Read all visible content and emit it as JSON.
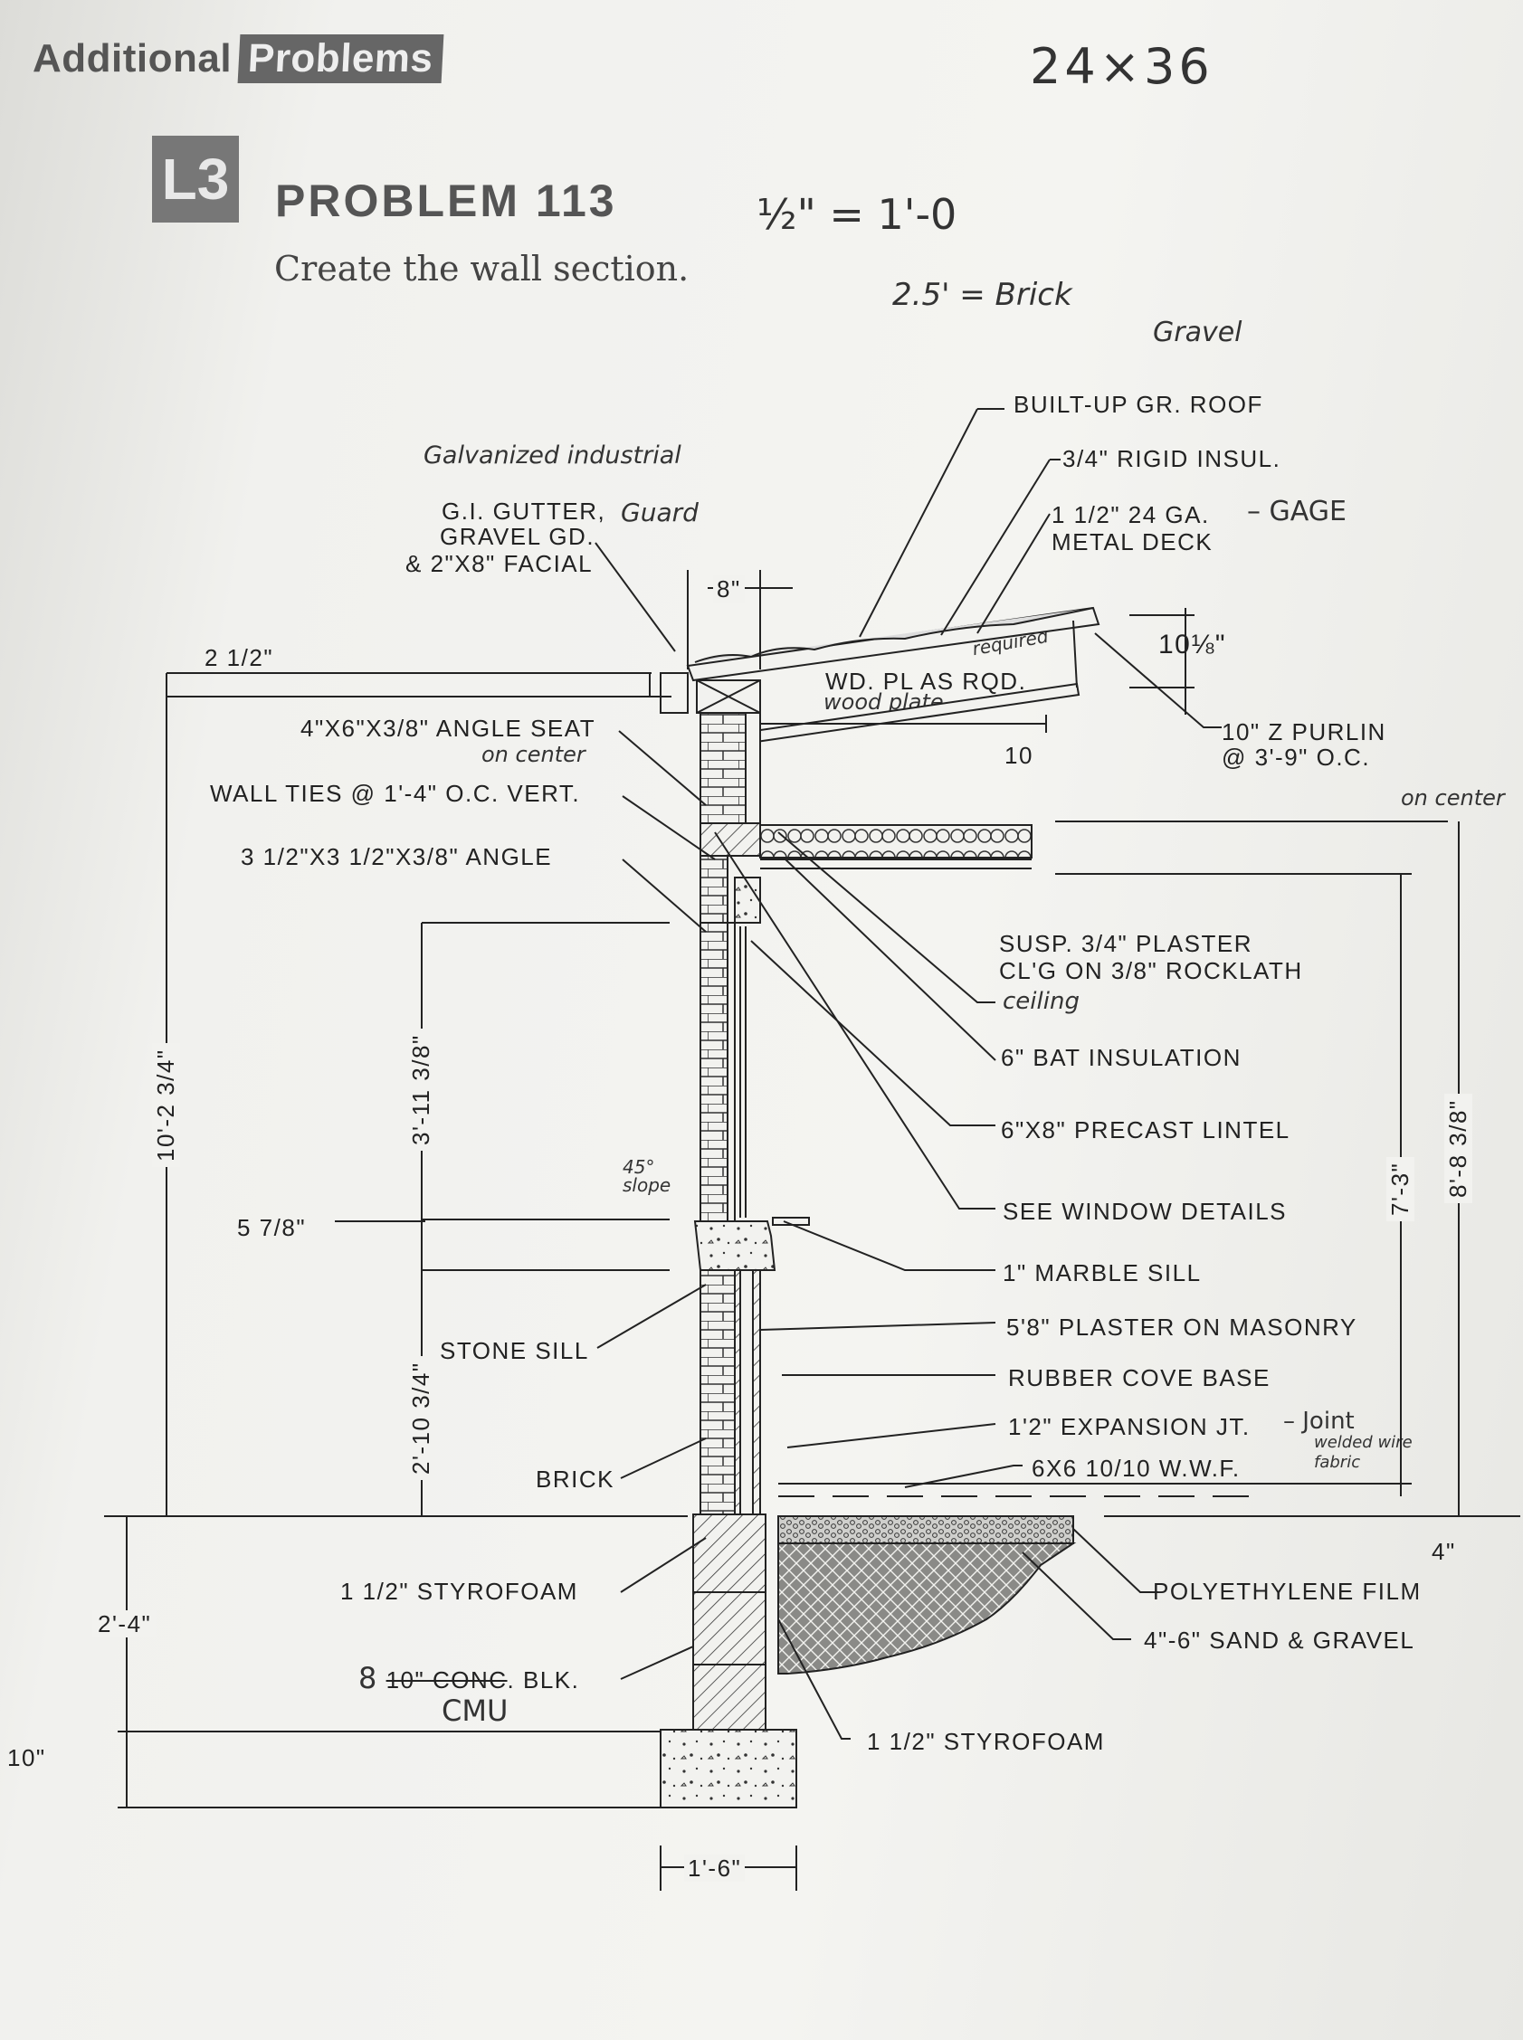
{
  "header": {
    "word1": "Additional",
    "word2": "Problems"
  },
  "problem": {
    "badge": "L3",
    "title": "PROBLEM 113",
    "subtitle": "Create the wall section."
  },
  "handwritten": {
    "sheet_size": "24×36",
    "scale": "½\" = 1'-0",
    "brick": "2.5' = Brick",
    "gravel": "Gravel",
    "galvanized": "Galvanized industrial",
    "guard": "Guard",
    "gage": "– GAGE",
    "required": "required",
    "wood_plate": "wood plate",
    "on_center_1": "on center",
    "on_center_2": "on center",
    "ceiling": "ceiling",
    "slope": "45° slope",
    "joint": "– Joint",
    "welded": "welded wire fabric",
    "cmu": "CMU",
    "eight": "8"
  },
  "labels": {
    "built_up_roof": "BUILT-UP GR. ROOF",
    "rigid_insul": "3/4\" RIGID INSUL.",
    "metal_deck_1": "1 1/2\" 24 GA.",
    "metal_deck_2": "METAL DECK",
    "gutter_1": "G.I. GUTTER,",
    "gutter_2": "GRAVEL GD.",
    "gutter_3": "& 2\"X8\" FACIAL",
    "wd_pl": "WD. PL AS RQD.",
    "ten": "10",
    "ten_eighth": "10⅛\"",
    "z_purlin_1": "10\" Z PURLIN",
    "z_purlin_2": "@ 3'-9\" O.C.",
    "angle_seat": "4\"X6\"X3/8\" ANGLE SEAT",
    "wall_ties": "WALL TIES @ 1'-4\" O.C. VERT.",
    "angle": "3 1/2\"X3 1/2\"X3/8\" ANGLE",
    "plaster_clg_1": "SUSP. 3/4\" PLASTER",
    "plaster_clg_2": "CL'G ON 3/8\" ROCKLATH",
    "bat_insul": "6\" BAT INSULATION",
    "lintel": "6\"X8\" PRECAST LINTEL",
    "window": "SEE WINDOW DETAILS",
    "marble_sill": "1\" MARBLE SILL",
    "plaster_masonry": "5'8\" PLASTER ON MASONRY",
    "cove_base": "RUBBER COVE BASE",
    "expansion": "1'2\" EXPANSION JT.",
    "wwf": "6X6 10/10 W.W.F.",
    "stone_sill": "STONE SILL",
    "brick": "BRICK",
    "styrofoam_left": "1 1/2\" STYROFOAM",
    "conc_blk": ". BLK.",
    "conc_struck": "10\" CONC",
    "styrofoam_right": "1 1/2\" STYROFOAM",
    "poly_film": "POLYETHYLENE FILM",
    "sand_gravel": "4\"-6\" SAND & GRAVEL"
  },
  "dimensions": {
    "eight_in": "8\"",
    "two_half": "2 1/2\"",
    "ten_2_3_4": "10'-2 3/4\"",
    "three_11_3_8": "3'-11 3/8\"",
    "five_7_8": "5 7/8\"",
    "two_10_3_4": "2'-10 3/4\"",
    "two_4": "2'-4\"",
    "ten_in": "10\"",
    "one_6": "1'-6\"",
    "seven_3": "7'-3\"",
    "eight_8_3_8": "8'-8 3/8\"",
    "four_in": "4\""
  }
}
